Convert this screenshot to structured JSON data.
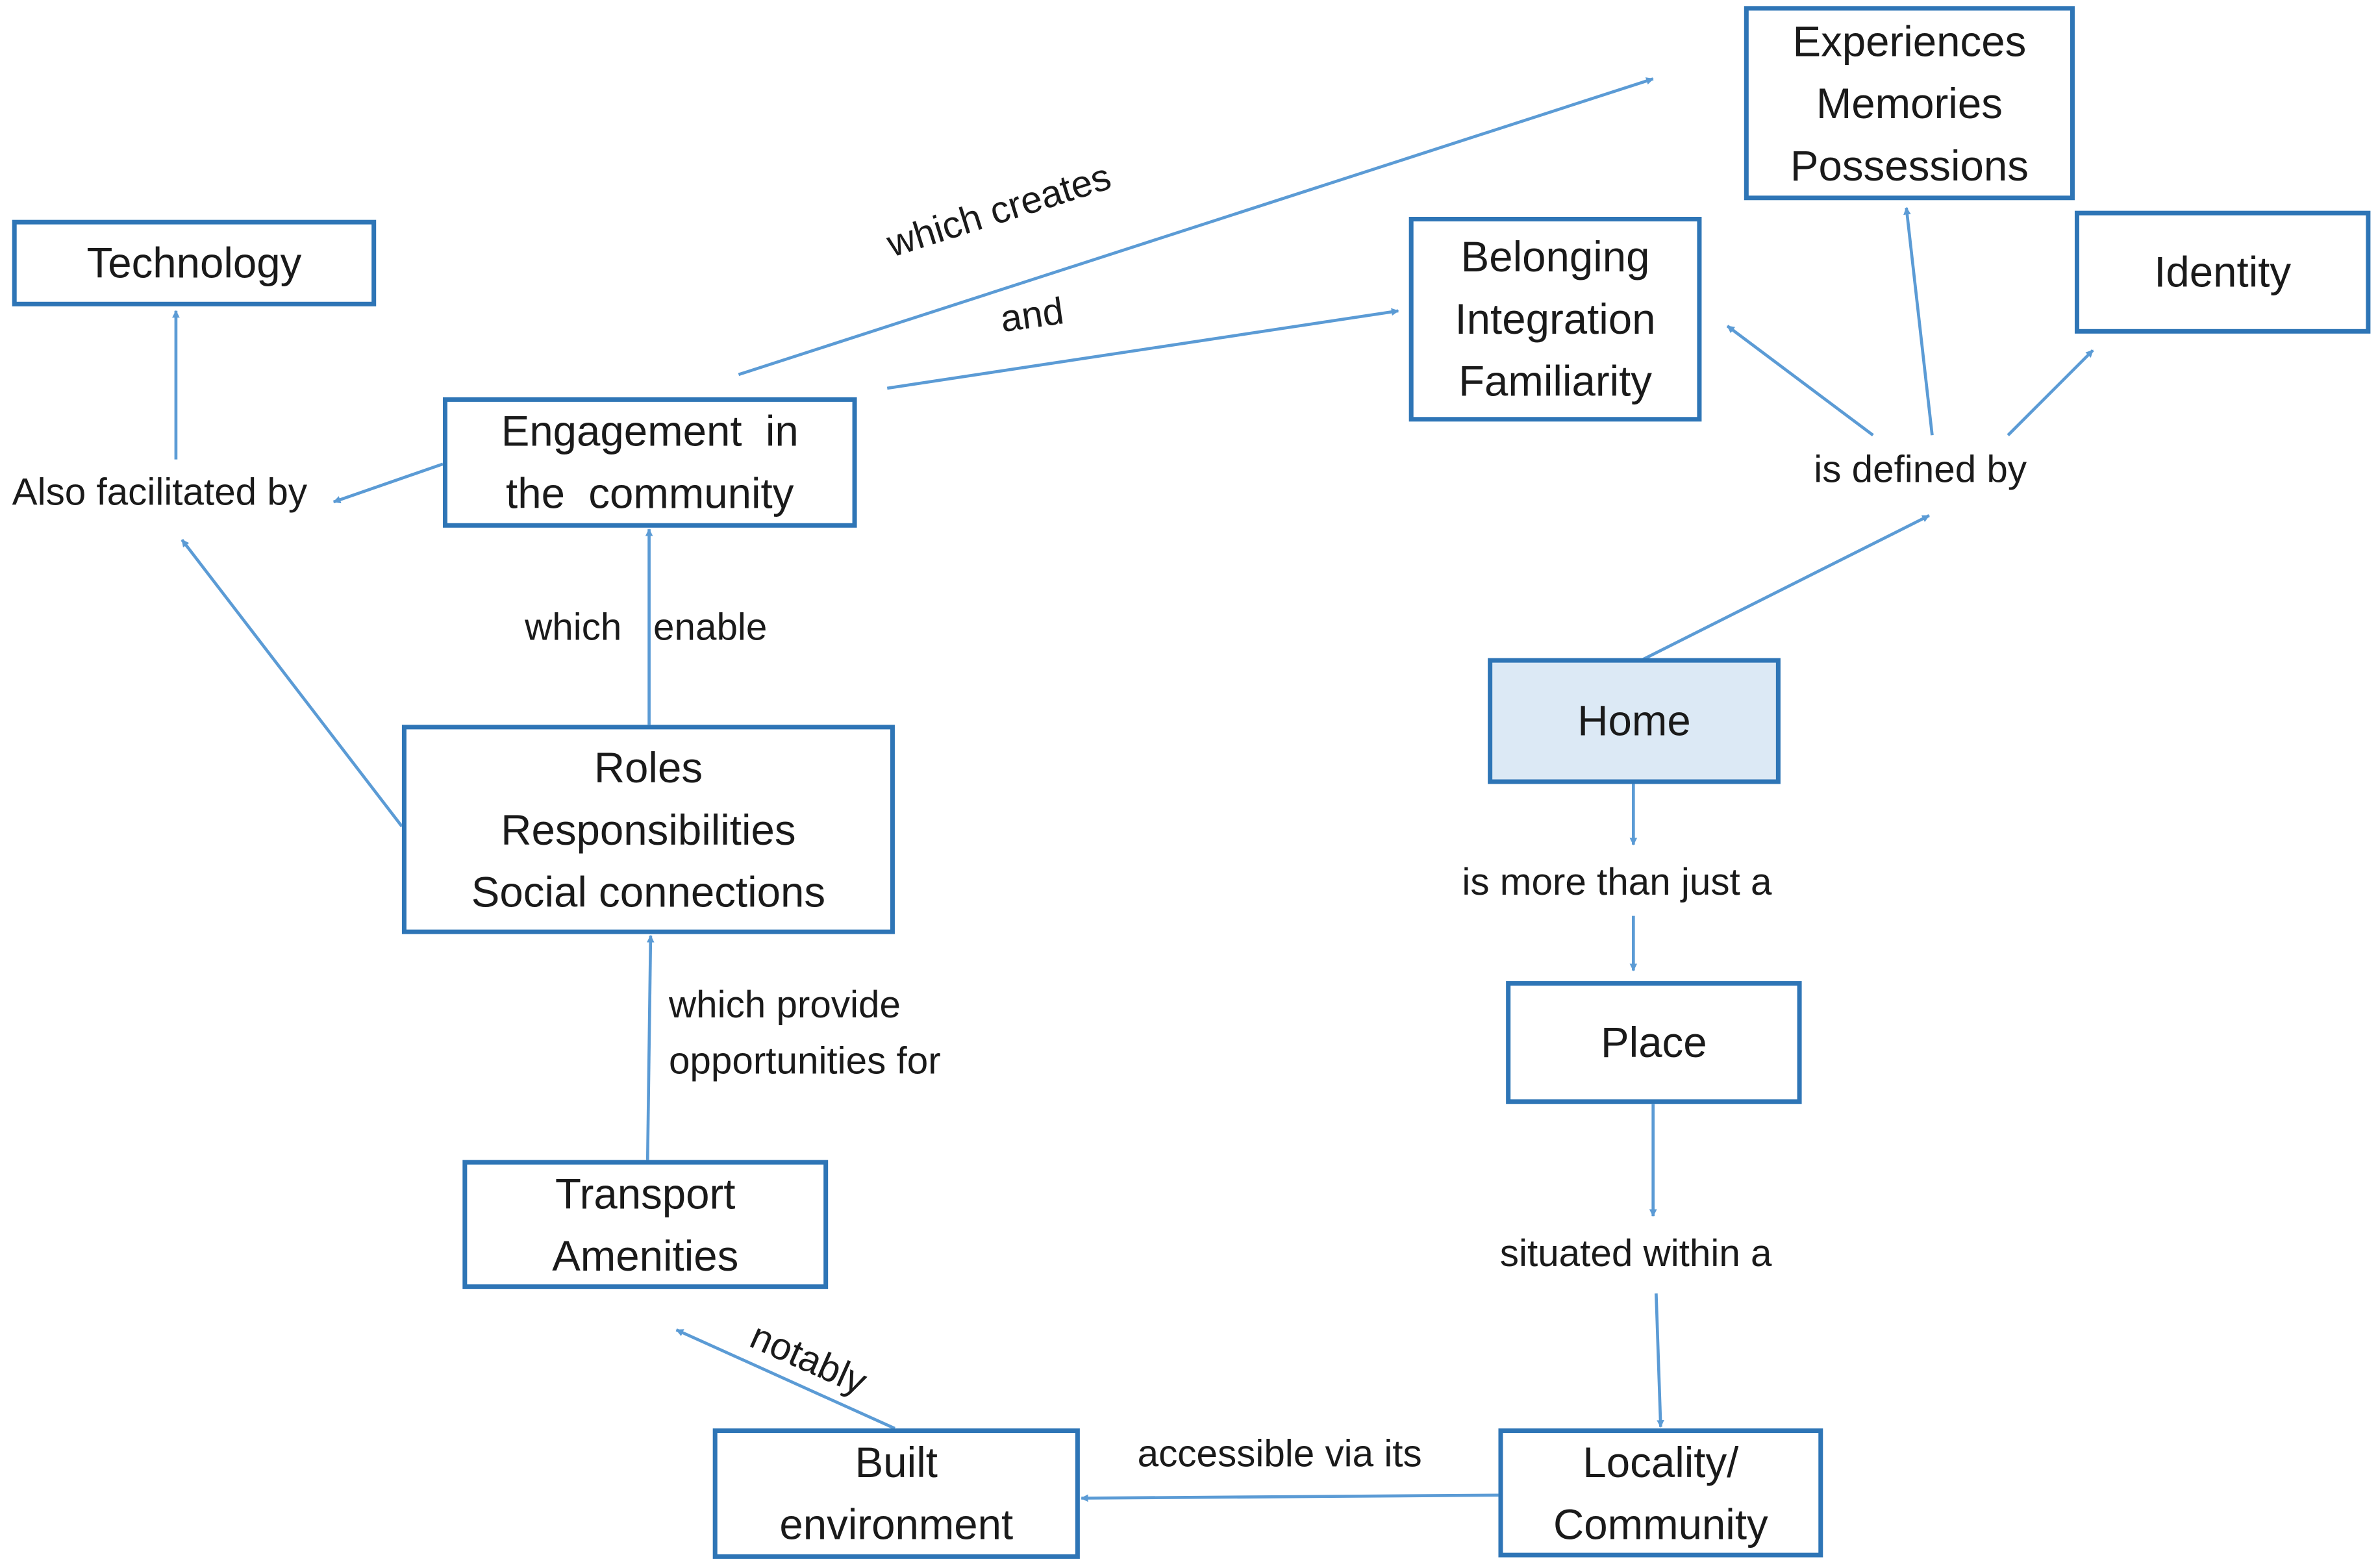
{
  "nodes": {
    "technology": [
      "Technology"
    ],
    "engagement": [
      "Engagement  in",
      "the  community"
    ],
    "belonging": [
      "Belonging",
      "Integration",
      "Familiarity"
    ],
    "experiences": [
      "Experiences",
      "Memories",
      "Possessions"
    ],
    "identity": [
      "Identity"
    ],
    "roles": [
      "Roles",
      "Responsibilities",
      "Social connections"
    ],
    "home": [
      "Home"
    ],
    "place": [
      "Place"
    ],
    "transport": [
      "Transport",
      "Amenities"
    ],
    "locality": [
      "Locality/",
      "Community"
    ],
    "built": [
      "Built",
      "environment"
    ]
  },
  "edge_labels": {
    "which_creates": "which creates",
    "and": "and",
    "also_facilitated_by": "Also facilitated by",
    "which_enable": "which   enable",
    "is_defined_by": "is defined by",
    "is_more_than_just_a": "is more than just a",
    "which_provide": [
      "which provide",
      "opportunities for"
    ],
    "situated_within_a": "situated within a",
    "notably": "notably",
    "accessible_via_its": "accessible via its"
  },
  "colors": {
    "border": "#2e75b6",
    "arrow": "#5b9bd5",
    "home_fill": "#dce9f5",
    "text": "#1a1a1a"
  }
}
